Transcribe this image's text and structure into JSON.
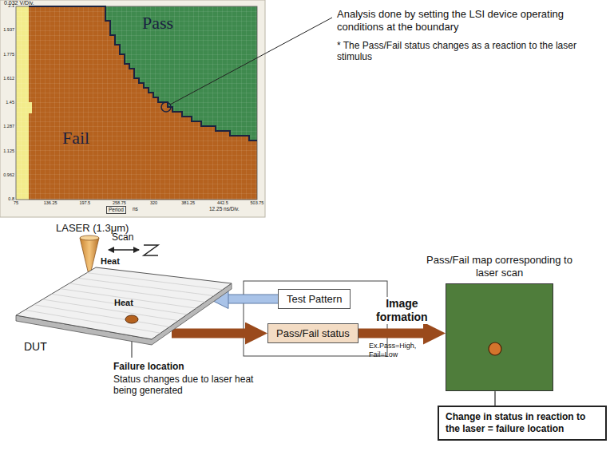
{
  "diagram": {
    "nodes": [
      {
        "text": [
          "DUT"
        ]
      },
      {
        "text": [
          "Test Pattern"
        ]
      },
      {
        "text": [
          "Pass/Fail status"
        ]
      },
      {
        "text": [
          "Pass/Fail map corresponding to laser scan"
        ]
      },
      {
        "text": [
          "Change in status in reaction to the laser = failure location"
        ]
      }
    ],
    "edges": [
      {
        "from": 1,
        "to": 0,
        "arrow": "to"
      },
      {
        "from": 0,
        "to": 2,
        "arrow": "to"
      },
      {
        "from": 2,
        "to": 3,
        "label": "Image formation",
        "arrow": "to"
      },
      {
        "from": 3,
        "to": 4,
        "arrow": "none"
      }
    ],
    "labels": [
      "0.032 V/Div.",
      "2.1",
      "1.937",
      "1.775",
      "1.612",
      "1.45",
      "1.287",
      "1.125",
      "0.962",
      "0.8",
      "Pass",
      "Fail",
      "75",
      "136.25",
      "197.5",
      "258.75",
      "320",
      "381.25",
      "442.5",
      "503.75",
      "Period",
      "ns",
      "12.25 ns/Div.",
      "Analysis done by setting the LSI device operating conditions at the boundary",
      "* The Pass/Fail status changes as a reaction to the laser stimulus",
      "LASER (1.3μm)",
      "Scan",
      "Heat",
      "Heat",
      "Failure location",
      "Status changes due to laser heat being generated",
      "Ex.Pass=High, Fail=Low"
    ]
  }
}
